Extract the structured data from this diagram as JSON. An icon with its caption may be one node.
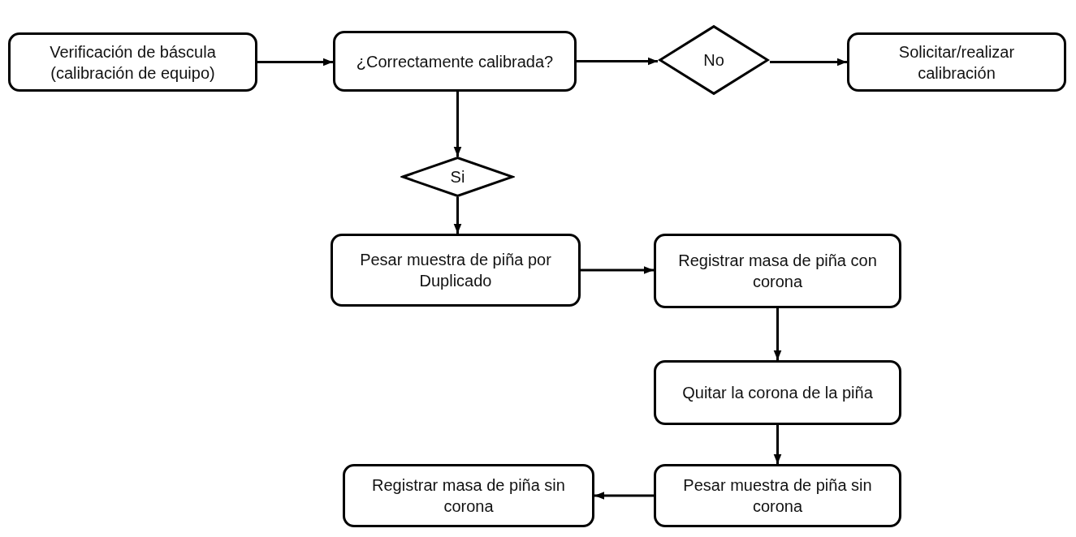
{
  "diagram": {
    "nodes": [
      {
        "text": [
          "Verificación de báscula (calibración de equipo)"
        ]
      },
      {
        "text": [
          "¿Correctamente calibrada?"
        ]
      },
      {
        "text": [
          "No"
        ]
      },
      {
        "text": [
          "Solicitar/realizar calibración"
        ]
      },
      {
        "text": [
          "Si"
        ]
      },
      {
        "text": [
          "Pesar muestra de piña por Duplicado"
        ]
      },
      {
        "text": [
          "Registrar masa de piña con corona"
        ]
      },
      {
        "text": [
          "Quitar la corona de la piña"
        ]
      },
      {
        "text": [
          "Pesar muestra de piña sin corona"
        ]
      },
      {
        "text": [
          "Registrar masa de piña sin corona"
        ]
      }
    ],
    "edges": [
      {
        "from": 0,
        "to": 1,
        "arrow": "to"
      },
      {
        "from": 1,
        "to": 2,
        "arrow": "to"
      },
      {
        "from": 2,
        "to": 3,
        "arrow": "to"
      },
      {
        "from": 1,
        "to": 4,
        "arrow": "to"
      },
      {
        "from": 4,
        "to": 5,
        "arrow": "to"
      },
      {
        "from": 5,
        "to": 6,
        "arrow": "to"
      },
      {
        "from": 6,
        "to": 7,
        "arrow": "to"
      },
      {
        "from": 7,
        "to": 8,
        "arrow": "to"
      },
      {
        "from": 8,
        "to": 9,
        "arrow": "to"
      }
    ]
  }
}
